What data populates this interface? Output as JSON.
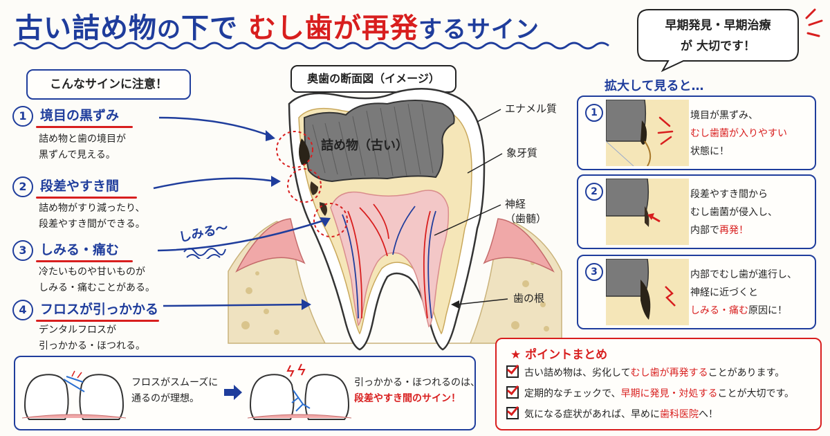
{
  "title": {
    "part1": "古い詰め物",
    "part2": "の",
    "part3": "下で",
    "part4": "むし歯が再発",
    "part5": "するサイン"
  },
  "bubble": {
    "line1": "早期発見・早期治療",
    "line2": "が 大切です！"
  },
  "caution_label": "こんなサインに注意！",
  "diagram_title": "奥歯の断面図（イメージ）",
  "filling_label": "詰め物（古い）",
  "shimiru_label": "しみる〜",
  "signs": [
    {
      "num": "1",
      "title": "境目の黒ずみ",
      "desc1": "詰め物と歯の境目が",
      "desc2": "黒ずんで見える。"
    },
    {
      "num": "2",
      "title": "段差やすき間",
      "desc1": "詰め物がすり減ったり、",
      "desc2": "段差やすき間ができる。"
    },
    {
      "num": "3",
      "title": "しみる・痛む",
      "desc1": "冷たいものや甘いものが",
      "desc2": "しみる・痛むことがある。"
    },
    {
      "num": "4",
      "title": "フロスが引っかかる",
      "desc1": "デンタルフロスが",
      "desc2": "引っかかる・ほつれる。"
    }
  ],
  "anatomy": {
    "enamel": "エナメル質",
    "dentin": "象牙質",
    "nerve1": "神経",
    "nerve2": "（歯髄）",
    "root": "歯の根"
  },
  "magnified": {
    "title": "拡大して見ると…",
    "panels": [
      {
        "num": "1",
        "l1": "境目が黒ずみ、",
        "l2": "むし歯菌が入りやすい",
        "l3": "状態に！"
      },
      {
        "num": "2",
        "l1": "段差やすき間から",
        "l2a": "むし歯菌が侵入し、",
        "l3a": "内部で",
        "l3b": "再発！"
      },
      {
        "num": "3",
        "l1": "内部でむし歯が進行し、",
        "l2": "神経に近づくと",
        "l3a": "しみる・痛む",
        "l3b": "原因に！"
      }
    ]
  },
  "floss": {
    "ideal1": "フロスがスムーズに",
    "ideal2": "通るのが理想。",
    "sign1": "引っかかる・ほつれるのは、",
    "sign2": "段差やすき間のサイン！"
  },
  "points": {
    "title": "★ ポイントまとめ",
    "items": [
      {
        "a": "古い詰め物は、劣化して",
        "b": "むし歯が再発する",
        "c": "ことがあります。"
      },
      {
        "a": "定期的なチェックで、",
        "b": "早期に発見・対処する",
        "c": "ことが大切です。"
      },
      {
        "a": "気になる症状があれば、早めに",
        "b": "歯科医院",
        "c": "へ！"
      }
    ]
  },
  "colors": {
    "blue": "#1f3d9c",
    "red": "#d81e1e",
    "dentin": "#f5e6b8",
    "pulp": "#f3c7c7",
    "filling": "#7a7a7a",
    "gum": "#f0a8a8",
    "bone": "#efe2c0"
  }
}
